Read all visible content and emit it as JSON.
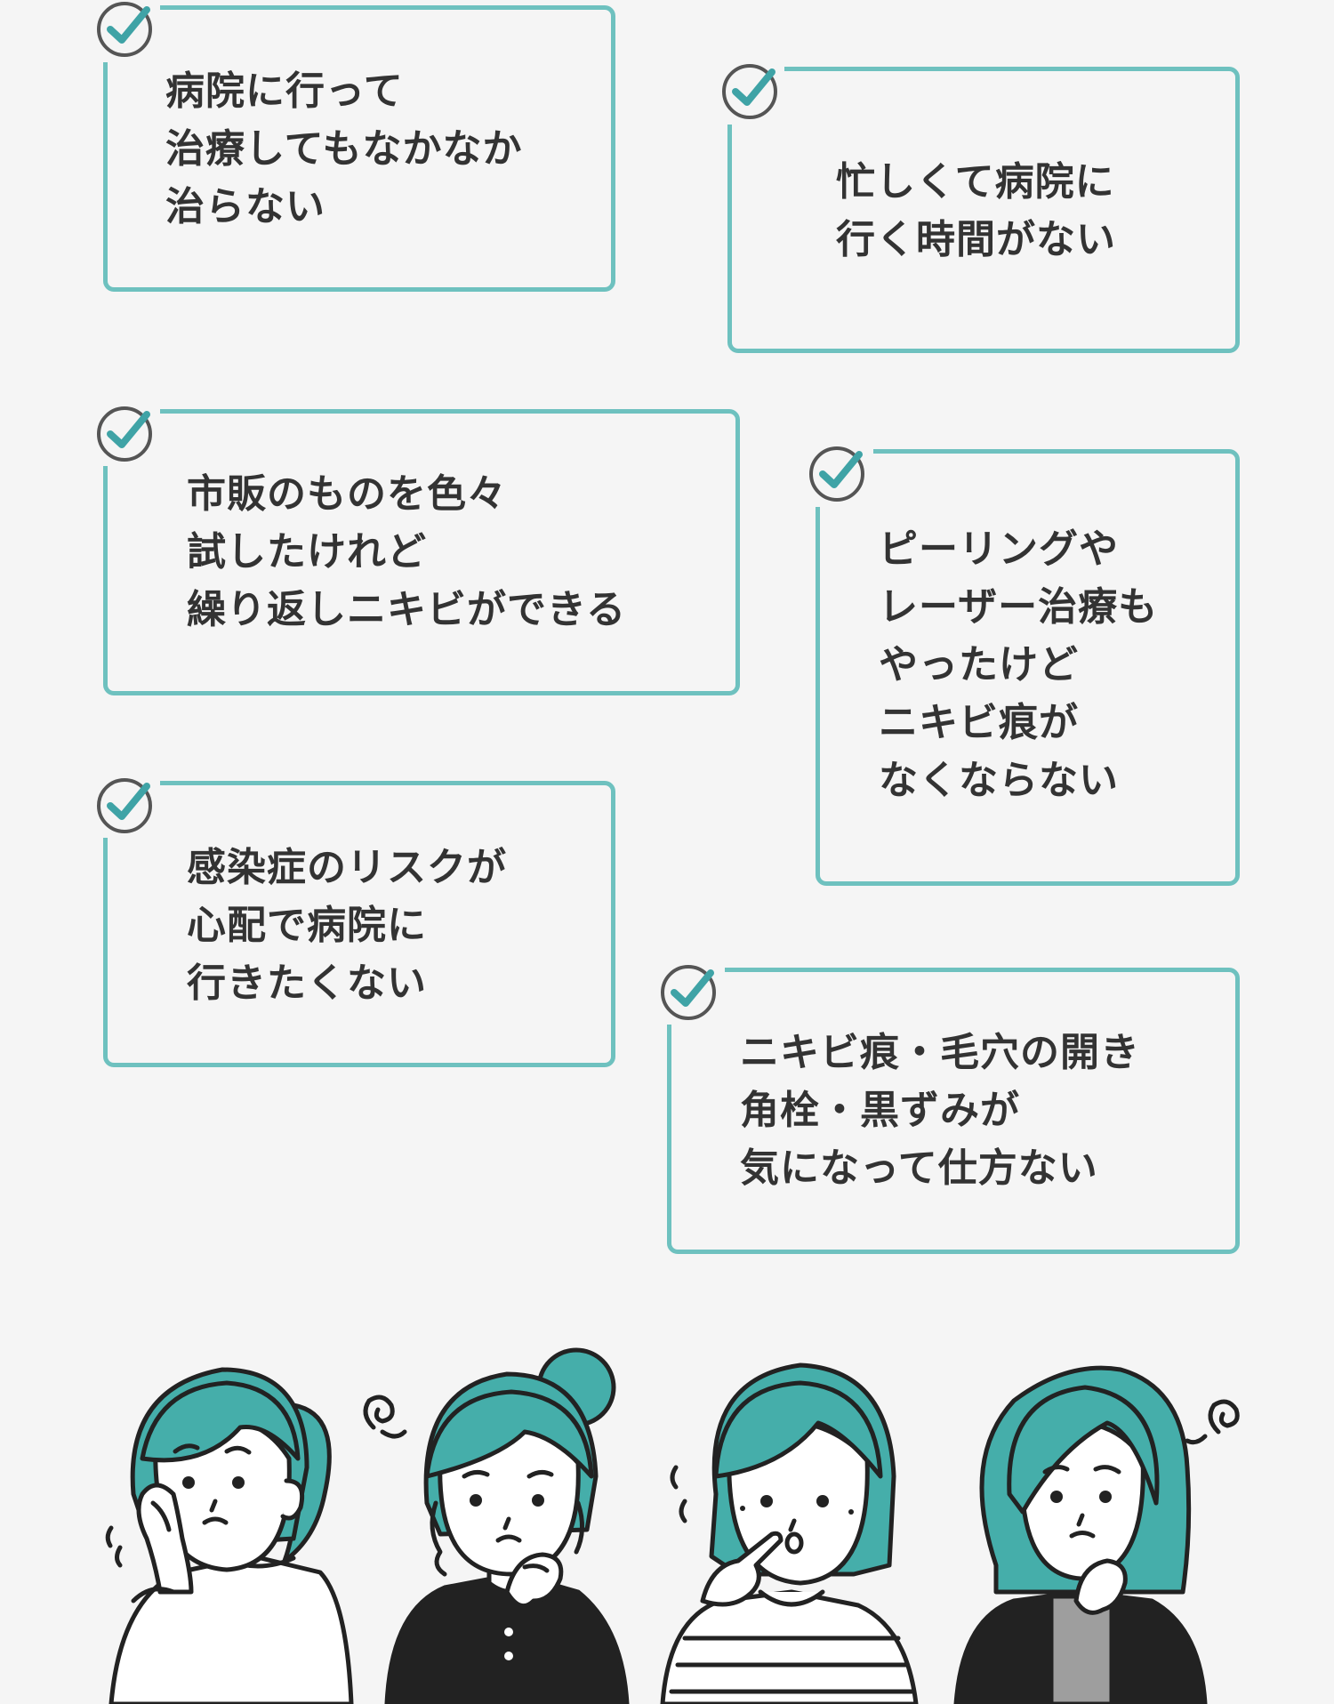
{
  "cards": [
    {
      "lines": [
        "病院に行って",
        "治療してもなかなか",
        "治らない"
      ]
    },
    {
      "lines": [
        "忙しくて病院に",
        "行く時間がない"
      ]
    },
    {
      "lines": [
        "市販のものを色々",
        "試したけれど",
        "繰り返しニキビができる"
      ]
    },
    {
      "lines": [
        "ピーリングや",
        "レーザー治療も",
        "やったけど",
        "ニキビ痕が",
        "なくならない"
      ]
    },
    {
      "lines": [
        "感染症のリスクが",
        "心配で病院に",
        "行きたくない"
      ]
    },
    {
      "lines": [
        "ニキビ痕・毛穴の開き",
        "角栓・黒ずみが",
        "気になって仕方ない"
      ]
    }
  ],
  "colors": {
    "accent": "#6ec1bf",
    "check": "#3fa3a6",
    "hair": "#45aeaa",
    "text": "#333333",
    "background": "#f5f5f5"
  }
}
